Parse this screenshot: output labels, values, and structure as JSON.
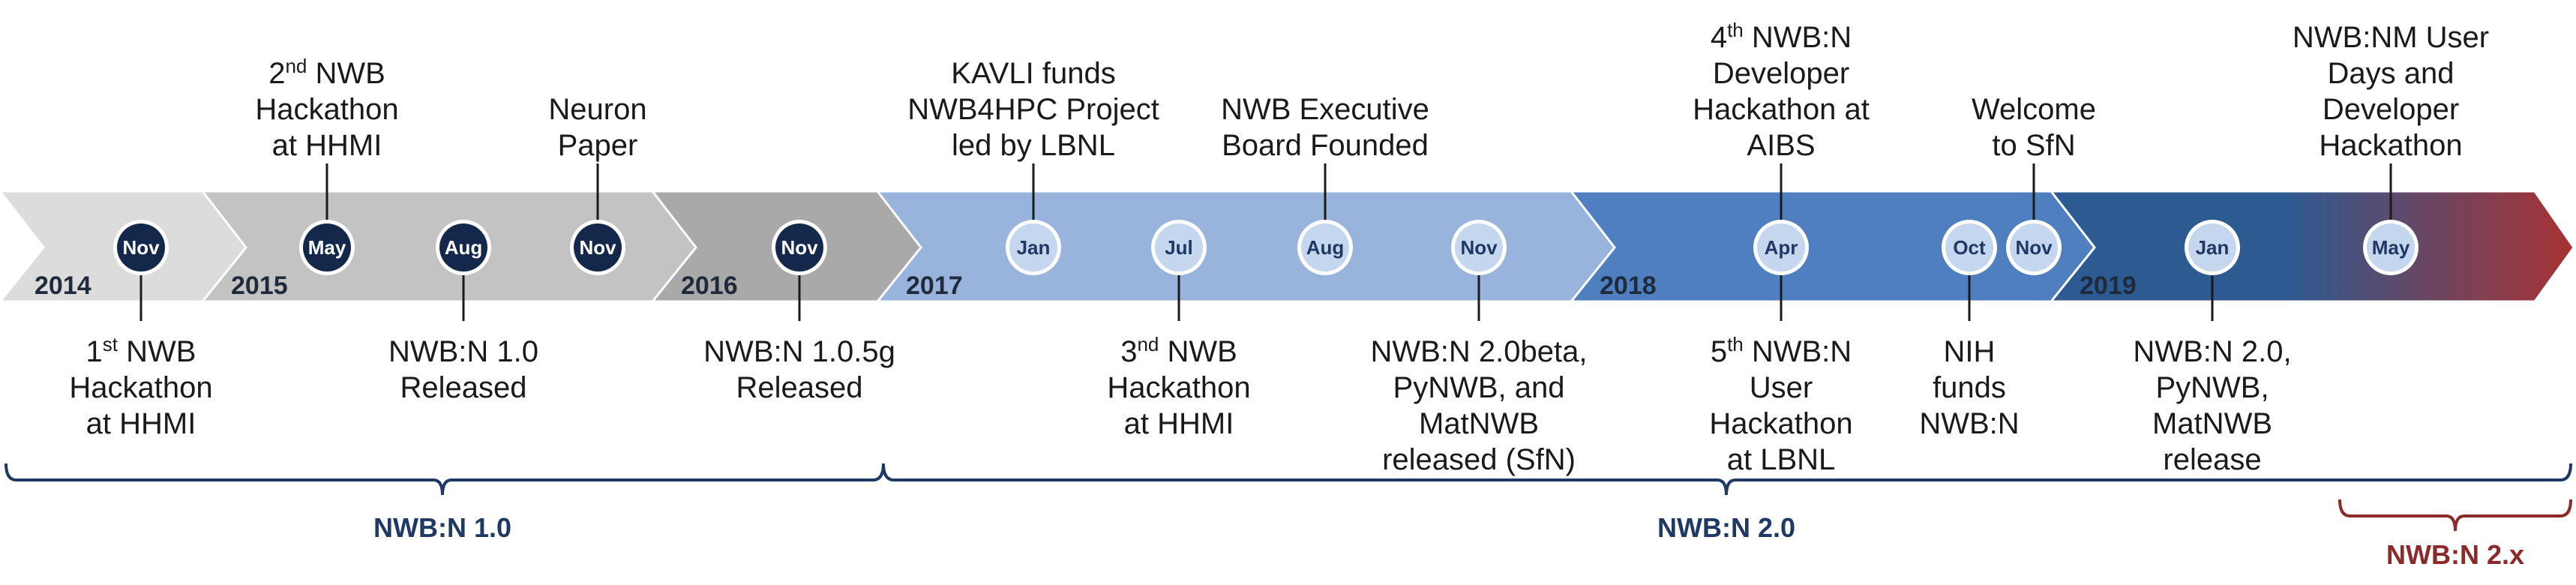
{
  "colors": {
    "dark_marker": "#14284b",
    "light_marker": "#c5d6ef",
    "bracket_main": "#1f3864",
    "bracket_next": "#8b2a2a"
  },
  "years": [
    {
      "id": "2014",
      "label": "2014",
      "color": "#dcdcdc"
    },
    {
      "id": "2015",
      "label": "2015",
      "color": "#c3c3c3"
    },
    {
      "id": "2016",
      "label": "2016",
      "color": "#a9a9a9"
    },
    {
      "id": "2017",
      "label": "2017",
      "color": "#98b4dc"
    },
    {
      "id": "2018",
      "label": "2018",
      "color": "#4f7fbe"
    },
    {
      "id": "2019",
      "label": "2019",
      "color": "#2e5a92"
    }
  ],
  "markers": [
    {
      "id": "2014-nov",
      "month": "Nov",
      "style": "dark"
    },
    {
      "id": "2015-may",
      "month": "May",
      "style": "dark"
    },
    {
      "id": "2015-aug",
      "month": "Aug",
      "style": "dark"
    },
    {
      "id": "2015-nov",
      "month": "Nov",
      "style": "dark"
    },
    {
      "id": "2016-nov",
      "month": "Nov",
      "style": "dark"
    },
    {
      "id": "2017-jan",
      "month": "Jan",
      "style": "light"
    },
    {
      "id": "2017-jul",
      "month": "Jul",
      "style": "light"
    },
    {
      "id": "2017-aug",
      "month": "Aug",
      "style": "light"
    },
    {
      "id": "2017-nov",
      "month": "Nov",
      "style": "light"
    },
    {
      "id": "2018-apr",
      "month": "Apr",
      "style": "light"
    },
    {
      "id": "2018-oct",
      "month": "Oct",
      "style": "light"
    },
    {
      "id": "2018-nov",
      "month": "Nov",
      "style": "light"
    },
    {
      "id": "2019-jan",
      "month": "Jan",
      "style": "light"
    },
    {
      "id": "2019-may",
      "month": "May",
      "style": "light"
    }
  ],
  "events": [
    {
      "id": "hack1",
      "marker": "2014-nov",
      "pos": "below",
      "lines": [
        [
          {
            "t": "1"
          },
          {
            "t": "st",
            "sup": true
          },
          {
            "t": " NWB"
          }
        ],
        [
          {
            "t": "Hackathon"
          }
        ],
        [
          {
            "t": "at HHMI"
          }
        ]
      ]
    },
    {
      "id": "hack2",
      "marker": "2015-may",
      "pos": "above",
      "lines": [
        [
          {
            "t": "2"
          },
          {
            "t": "nd",
            "sup": true
          },
          {
            "t": " NWB"
          }
        ],
        [
          {
            "t": "Hackathon"
          }
        ],
        [
          {
            "t": "at HHMI"
          }
        ]
      ]
    },
    {
      "id": "nwbn10",
      "marker": "2015-aug",
      "pos": "below",
      "lines": [
        [
          {
            "t": "NWB:N 1.0"
          }
        ],
        [
          {
            "t": "Released"
          }
        ]
      ]
    },
    {
      "id": "neuron",
      "marker": "2015-nov",
      "pos": "above",
      "lines": [
        [
          {
            "t": "Neuron"
          }
        ],
        [
          {
            "t": "Paper"
          }
        ]
      ]
    },
    {
      "id": "nwbn105",
      "marker": "2016-nov",
      "pos": "below",
      "lines": [
        [
          {
            "t": "NWB:N 1.0.5g"
          }
        ],
        [
          {
            "t": "Released"
          }
        ]
      ]
    },
    {
      "id": "kavli",
      "marker": "2017-jan",
      "pos": "above",
      "lines": [
        [
          {
            "t": "KAVLI funds"
          }
        ],
        [
          {
            "t": "NWB4HPC Project"
          }
        ],
        [
          {
            "t": "led by LBNL"
          }
        ]
      ]
    },
    {
      "id": "hack3",
      "marker": "2017-jul",
      "pos": "below",
      "lines": [
        [
          {
            "t": "3"
          },
          {
            "t": "nd",
            "sup": true
          },
          {
            "t": " NWB"
          }
        ],
        [
          {
            "t": "Hackathon"
          }
        ],
        [
          {
            "t": "at HHMI"
          }
        ]
      ]
    },
    {
      "id": "board",
      "marker": "2017-aug",
      "pos": "above",
      "lines": [
        [
          {
            "t": "NWB Executive"
          }
        ],
        [
          {
            "t": "Board Founded"
          }
        ]
      ]
    },
    {
      "id": "beta",
      "marker": "2017-nov",
      "pos": "below",
      "lines": [
        [
          {
            "t": "NWB:N 2.0beta,"
          }
        ],
        [
          {
            "t": "PyNWB, and"
          }
        ],
        [
          {
            "t": "MatNWB"
          }
        ],
        [
          {
            "t": "released (SfN)"
          }
        ]
      ]
    },
    {
      "id": "hack4",
      "marker": "2018-apr",
      "pos": "above",
      "lines": [
        [
          {
            "t": "4"
          },
          {
            "t": "th",
            "sup": true
          },
          {
            "t": " NWB:N"
          }
        ],
        [
          {
            "t": "Developer"
          }
        ],
        [
          {
            "t": "Hackathon at"
          }
        ],
        [
          {
            "t": "AIBS"
          }
        ]
      ]
    },
    {
      "id": "hack5",
      "marker": "2018-apr",
      "pos": "below",
      "lines": [
        [
          {
            "t": "5"
          },
          {
            "t": "th",
            "sup": true
          },
          {
            "t": " NWB:N"
          }
        ],
        [
          {
            "t": "User"
          }
        ],
        [
          {
            "t": "Hackathon"
          }
        ],
        [
          {
            "t": "at LBNL"
          }
        ]
      ]
    },
    {
      "id": "nih",
      "marker": "2018-oct",
      "pos": "below",
      "lines": [
        [
          {
            "t": "NIH"
          }
        ],
        [
          {
            "t": "funds"
          }
        ],
        [
          {
            "t": "NWB:N"
          }
        ]
      ]
    },
    {
      "id": "sfn",
      "marker": "2018-nov",
      "pos": "above",
      "lines": [
        [
          {
            "t": "Welcome"
          }
        ],
        [
          {
            "t": "to SfN"
          }
        ]
      ]
    },
    {
      "id": "rel20",
      "marker": "2019-jan",
      "pos": "below",
      "lines": [
        [
          {
            "t": "NWB:N 2.0,"
          }
        ],
        [
          {
            "t": "PyNWB,"
          }
        ],
        [
          {
            "t": "MatNWB"
          }
        ],
        [
          {
            "t": "release"
          }
        ]
      ]
    },
    {
      "id": "userdays",
      "marker": "2019-may",
      "pos": "above",
      "lines": [
        [
          {
            "t": "NWB:NM User"
          }
        ],
        [
          {
            "t": "Days and"
          }
        ],
        [
          {
            "t": "Developer"
          }
        ],
        [
          {
            "t": "Hackathon"
          }
        ]
      ]
    }
  ],
  "brackets": [
    {
      "id": "v1",
      "label": "NWB:N 1.0",
      "color": "#1f3864"
    },
    {
      "id": "v2",
      "label": "NWB:N 2.0",
      "color": "#1f3864"
    },
    {
      "id": "v2x",
      "label": "NWB:N 2.x",
      "color": "#8b2a2a"
    }
  ]
}
